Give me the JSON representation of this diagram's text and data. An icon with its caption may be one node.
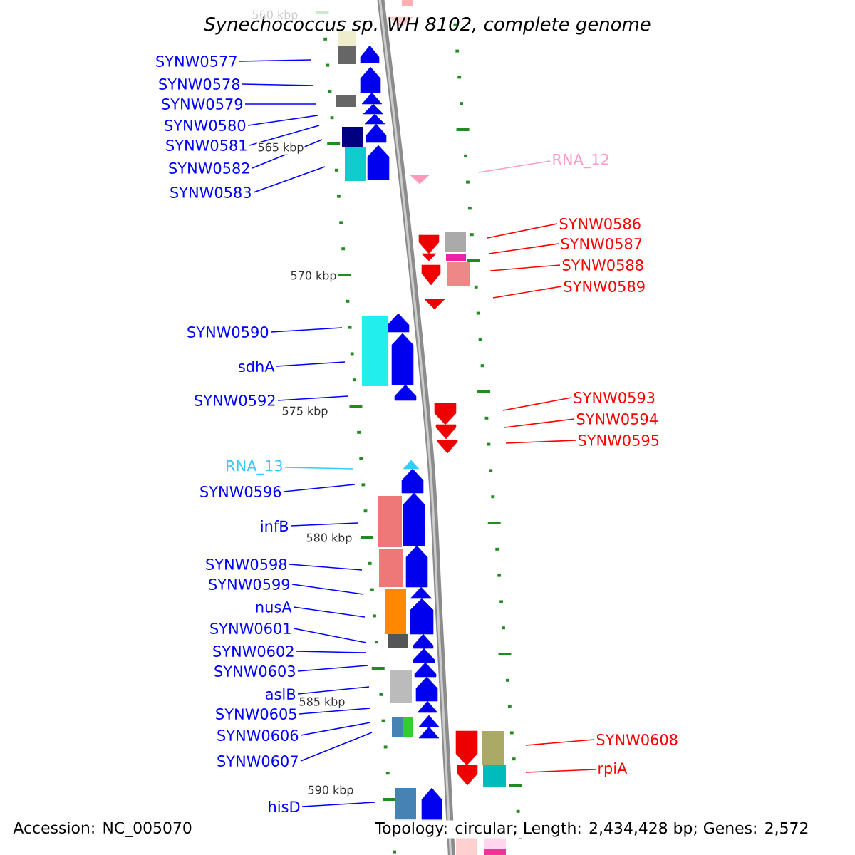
{
  "diagram": {
    "title": "Synechococcus sp. WH 8102, complete genome",
    "nodes": [
      {
        "text": [
          "SYNW0577"
        ]
      },
      {
        "text": [
          "SYNW0578"
        ]
      },
      {
        "text": [
          "SYNW0579"
        ]
      },
      {
        "text": [
          "SYNW0580"
        ]
      },
      {
        "text": [
          "SYNW0581"
        ]
      },
      {
        "text": [
          "RNA_12"
        ]
      },
      {
        "text": [
          "SYNW0582"
        ]
      },
      {
        "text": [
          "SYNW0583"
        ]
      },
      {
        "text": [
          "SYNW0586"
        ]
      },
      {
        "text": [
          "SYNW0587"
        ]
      },
      {
        "text": [
          "SYNW0588"
        ]
      },
      {
        "text": [
          "SYNW0589"
        ]
      },
      {
        "text": [
          "SYNW0590"
        ]
      },
      {
        "text": [
          "sdhA"
        ]
      },
      {
        "text": [
          "SYNW0593"
        ]
      },
      {
        "text": [
          "SYNW0592"
        ]
      },
      {
        "text": [
          "SYNW0594"
        ]
      },
      {
        "text": [
          "SYNW0595"
        ]
      },
      {
        "text": [
          "RNA_13"
        ]
      },
      {
        "text": [
          "SYNW0596"
        ]
      },
      {
        "text": [
          "infB"
        ]
      },
      {
        "text": [
          "SYNW0598"
        ]
      },
      {
        "text": [
          "SYNW0599"
        ]
      },
      {
        "text": [
          "nusA"
        ]
      },
      {
        "text": [
          "SYNW0601"
        ]
      },
      {
        "text": [
          "SYNW0602"
        ]
      },
      {
        "text": [
          "SYNW0603"
        ]
      },
      {
        "text": [
          "aslB"
        ]
      },
      {
        "text": [
          "SYNW0605"
        ]
      },
      {
        "text": [
          "SYNW0606"
        ]
      },
      {
        "text": [
          "SYNW0608"
        ]
      },
      {
        "text": [
          "SYNW0607"
        ]
      },
      {
        "text": [
          "rpiA"
        ]
      },
      {
        "text": [
          "hisD"
        ]
      }
    ],
    "edges": [
      {
        "from": 0,
        "to": null,
        "arrow": "none"
      },
      {
        "from": 1,
        "to": null,
        "arrow": "none"
      },
      {
        "from": 2,
        "to": null,
        "arrow": "none"
      },
      {
        "from": 3,
        "to": null,
        "arrow": "none"
      },
      {
        "from": 4,
        "to": null,
        "arrow": "none"
      },
      {
        "from": 5,
        "to": null,
        "arrow": "none",
        "color": "#ff99cc"
      },
      {
        "from": 6,
        "to": null,
        "arrow": "none"
      },
      {
        "from": 7,
        "to": null,
        "arrow": "none"
      },
      {
        "from": 8,
        "to": null,
        "arrow": "none",
        "color": "#ff0000"
      },
      {
        "from": 9,
        "to": null,
        "arrow": "none",
        "color": "#ff0000"
      },
      {
        "from": 10,
        "to": null,
        "arrow": "none",
        "color": "#ff0000"
      },
      {
        "from": 11,
        "to": null,
        "arrow": "none",
        "color": "#ff0000"
      },
      {
        "from": 12,
        "to": null,
        "arrow": "none"
      },
      {
        "from": 13,
        "to": null,
        "arrow": "none"
      },
      {
        "from": 14,
        "to": null,
        "arrow": "none",
        "color": "#ff0000"
      },
      {
        "from": 15,
        "to": null,
        "arrow": "none"
      },
      {
        "from": 16,
        "to": null,
        "arrow": "none",
        "color": "#ff0000"
      },
      {
        "from": 17,
        "to": null,
        "arrow": "none",
        "color": "#ff0000"
      },
      {
        "from": 18,
        "to": null,
        "arrow": "none",
        "color": "#33ccff"
      },
      {
        "from": 19,
        "to": null,
        "arrow": "none"
      },
      {
        "from": 20,
        "to": null,
        "arrow": "none"
      },
      {
        "from": 21,
        "to": null,
        "arrow": "none"
      },
      {
        "from": 22,
        "to": null,
        "arrow": "none"
      },
      {
        "from": 23,
        "to": null,
        "arrow": "none"
      },
      {
        "from": 24,
        "to": null,
        "arrow": "none"
      },
      {
        "from": 25,
        "to": null,
        "arrow": "none"
      },
      {
        "from": 26,
        "to": null,
        "arrow": "none"
      },
      {
        "from": 27,
        "to": null,
        "arrow": "none"
      },
      {
        "from": 28,
        "to": null,
        "arrow": "none"
      },
      {
        "from": 29,
        "to": null,
        "arrow": "none"
      },
      {
        "from": 30,
        "to": null,
        "arrow": "none",
        "color": "#ff0000"
      },
      {
        "from": 31,
        "to": null,
        "arrow": "none"
      },
      {
        "from": 32,
        "to": null,
        "arrow": "none",
        "color": "#ff0000"
      },
      {
        "from": 33,
        "to": null,
        "arrow": "none"
      }
    ],
    "labels": [
      "560 kbp",
      "565 kbp",
      "570 kbp",
      "575 kbp",
      "580 kbp",
      "585 kbp",
      "590 kbp",
      "Accession: NC_005070",
      "Topology: circular; Length: 2,434,428 bp; Genes: 2,572"
    ]
  }
}
